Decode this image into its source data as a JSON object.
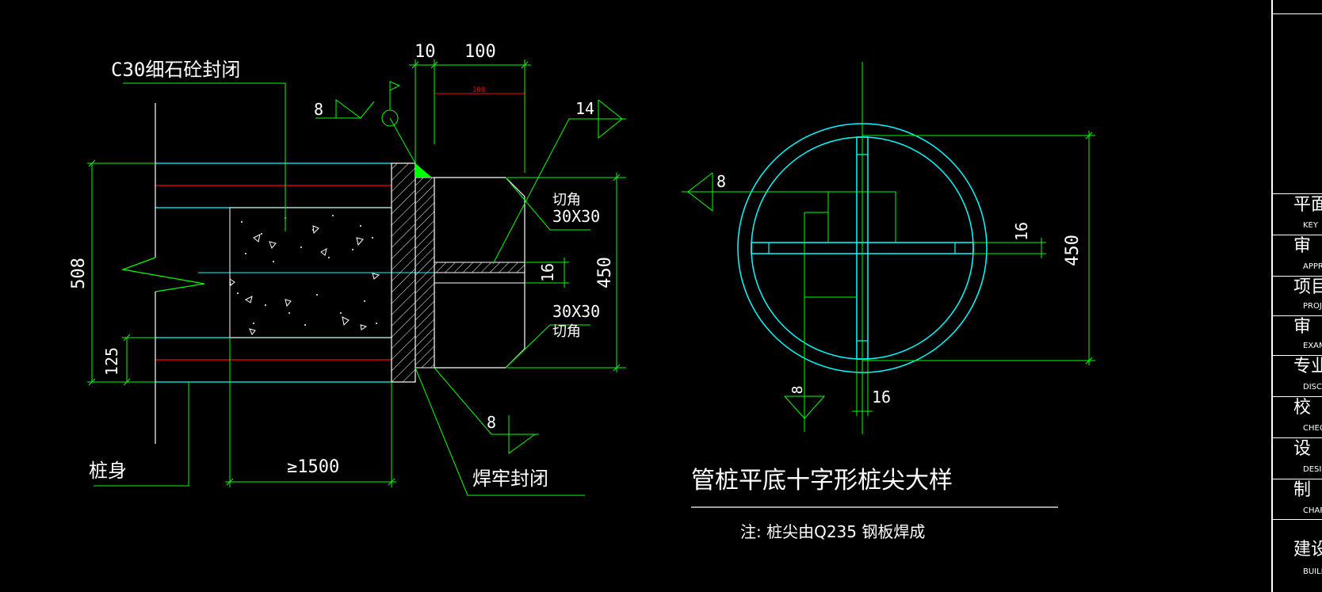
{
  "drawing": {
    "label_concrete": "C30细石砼封闭",
    "label_pile_body": "桩身",
    "label_weld_seal": "焊牢封闭",
    "dim_10": "10",
    "dim_100": "100",
    "dim_100_small": "100",
    "dim_508": "508",
    "dim_125": "125",
    "dim_1500": "≥1500",
    "dim_450_left": "450",
    "dim_16_left": "16",
    "weld_8_top": "8",
    "weld_14": "14",
    "weld_8_bottom": "8",
    "chamfer_top_1": "切角",
    "chamfer_top_2": "30X30",
    "chamfer_bot_1": "30X30",
    "chamfer_bot_2": "切角",
    "weld_8_right": "8",
    "dim_16_right": "16",
    "dim_450_right": "450",
    "weld_8_down": "8",
    "dim_16_down": "16",
    "title": "管桩平底十字形桩尖大样",
    "note": "注: 桩尖由Q235 钢板焊成"
  },
  "title_block": {
    "rows": [
      {
        "cn": "平面",
        "en": "KEY"
      },
      {
        "cn": "审",
        "en": "APPRO"
      },
      {
        "cn": "项目负",
        "en": "PROJ"
      },
      {
        "cn": "审",
        "en": "EXAMI"
      },
      {
        "cn": "专业负",
        "en": "DISCIPLI"
      },
      {
        "cn": "校",
        "en": "CHECK"
      },
      {
        "cn": "设",
        "en": "DESIGN"
      },
      {
        "cn": "制",
        "en": "CHART"
      },
      {
        "cn": "建设",
        "en": "BUILD"
      }
    ]
  },
  "colors": {
    "background": "#000000",
    "dim_line": "#00ff00",
    "outline": "#00ffff",
    "center_line": "#ff0000",
    "text": "#ffffff",
    "weld_fill": "#00ff00"
  }
}
